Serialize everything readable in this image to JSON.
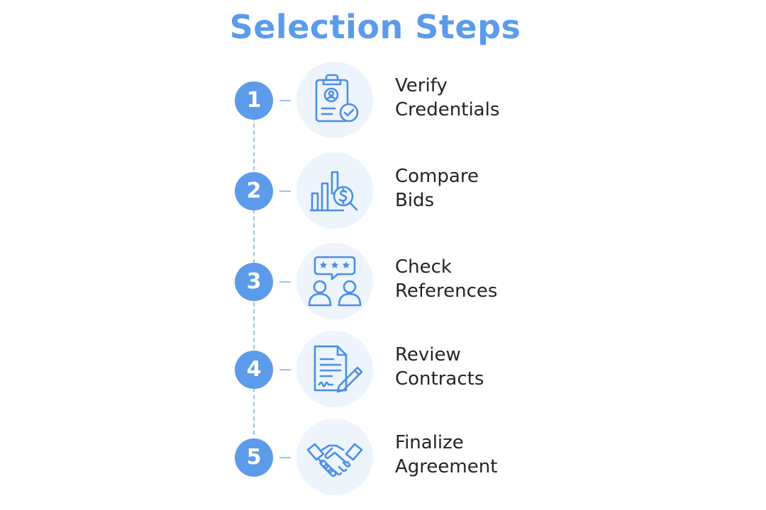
{
  "title": "Selection Steps",
  "colors": {
    "accent": "#5b9bea",
    "title": "#5a9bec",
    "icon_stroke": "#4a8de6",
    "icon_bg": "#eef4fc",
    "text": "#222428",
    "line": "#9cc3f3"
  },
  "steps": [
    {
      "number": "1",
      "line1": "Verify",
      "line2": "Credentials",
      "icon": "clipboard-check-icon"
    },
    {
      "number": "2",
      "line1": "Compare",
      "line2": "Bids",
      "icon": "bar-chart-dollar-search-icon"
    },
    {
      "number": "3",
      "line1": "Check",
      "line2": "References",
      "icon": "people-rating-icon"
    },
    {
      "number": "4",
      "line1": "Review",
      "line2": "Contracts",
      "icon": "document-pen-icon"
    },
    {
      "number": "5",
      "line1": "Finalize",
      "line2": "Agreement",
      "icon": "handshake-icon"
    }
  ]
}
